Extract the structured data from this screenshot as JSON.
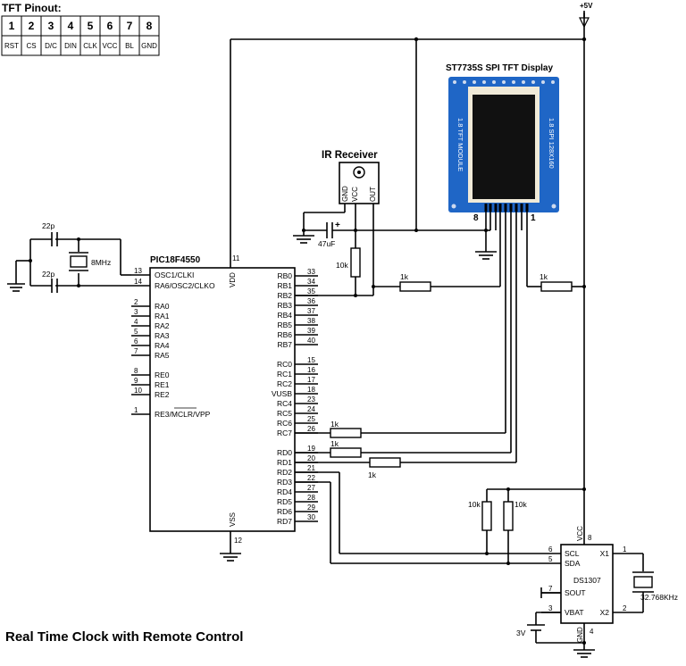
{
  "title": "Real Time Clock with Remote Control",
  "pinout": {
    "heading": "TFT Pinout:",
    "numbers": [
      "1",
      "2",
      "3",
      "4",
      "5",
      "6",
      "7",
      "8"
    ],
    "names": [
      "RST",
      "CS",
      "D/C",
      "DIN",
      "CLK",
      "VCC",
      "BL",
      "GND"
    ]
  },
  "power_label": "+5V",
  "mcu": {
    "name": "PIC18F4550",
    "vdd_pin": "11",
    "vdd_label": "VDD",
    "vss_pin": "12",
    "vss_label": "VSS",
    "left_pins": [
      {
        "num": "13",
        "label": "OSC1/CLKI"
      },
      {
        "num": "14",
        "label": "RA6/OSC2/CLKO"
      },
      {
        "num": "2",
        "label": "RA0"
      },
      {
        "num": "3",
        "label": "RA1"
      },
      {
        "num": "4",
        "label": "RA2"
      },
      {
        "num": "5",
        "label": "RA3"
      },
      {
        "num": "6",
        "label": "RA4"
      },
      {
        "num": "7",
        "label": "RA5"
      },
      {
        "num": "8",
        "label": "RE0"
      },
      {
        "num": "9",
        "label": "RE1"
      },
      {
        "num": "10",
        "label": "RE2"
      },
      {
        "num": "1",
        "label": "RE3/MCLR/VPP"
      }
    ],
    "right_pins": [
      {
        "num": "33",
        "label": "RB0"
      },
      {
        "num": "34",
        "label": "RB1"
      },
      {
        "num": "35",
        "label": "RB2"
      },
      {
        "num": "36",
        "label": "RB3"
      },
      {
        "num": "37",
        "label": "RB4"
      },
      {
        "num": "38",
        "label": "RB5"
      },
      {
        "num": "39",
        "label": "RB6"
      },
      {
        "num": "40",
        "label": "RB7"
      },
      {
        "num": "15",
        "label": "RC0"
      },
      {
        "num": "16",
        "label": "RC1"
      },
      {
        "num": "17",
        "label": "RC2"
      },
      {
        "num": "18",
        "label": "VUSB"
      },
      {
        "num": "23",
        "label": "RC4"
      },
      {
        "num": "24",
        "label": "RC5"
      },
      {
        "num": "25",
        "label": "RC6"
      },
      {
        "num": "26",
        "label": "RC7"
      },
      {
        "num": "19",
        "label": "RD0"
      },
      {
        "num": "20",
        "label": "RD1"
      },
      {
        "num": "21",
        "label": "RD2"
      },
      {
        "num": "22",
        "label": "RD3"
      },
      {
        "num": "27",
        "label": "RD4"
      },
      {
        "num": "28",
        "label": "RD5"
      },
      {
        "num": "29",
        "label": "RD6"
      },
      {
        "num": "30",
        "label": "RD7"
      }
    ]
  },
  "crystal": {
    "label": "8MHz",
    "cap1": "22p",
    "cap2": "22p"
  },
  "ir": {
    "title": "IR Receiver",
    "pins": [
      "GND",
      "VCC",
      "OUT"
    ],
    "cap": "47uF",
    "cap_plus": "+",
    "res": "10k"
  },
  "tft": {
    "title": "ST7735S SPI TFT Display",
    "side_left": "1.8 TFT MODULE",
    "side_right": "1.8 SPI 128X160",
    "pin_left": "8",
    "pin_right": "1",
    "colors": {
      "board": "#1f66c6",
      "screen": "#111111",
      "frame": "#f0ead8"
    }
  },
  "resistors": {
    "rb2": "1k",
    "rst": "1k",
    "rc7": "1k",
    "rd0": "1k",
    "rd1": "1k",
    "pull1": "10k",
    "pull2": "10k"
  },
  "rtc": {
    "name": "DS1307",
    "vcc_pin": "8",
    "vcc_label": "VCC",
    "gnd_pin": "4",
    "gnd_label": "GND",
    "left_pins": [
      {
        "num": "6",
        "label": "SCL"
      },
      {
        "num": "5",
        "label": "SDA"
      },
      {
        "num": "7",
        "label": "SOUT"
      },
      {
        "num": "3",
        "label": "VBAT"
      }
    ],
    "right_pins": [
      {
        "num": "1",
        "label": "X1"
      },
      {
        "num": "2",
        "label": "X2"
      }
    ],
    "crystal": "32.768KHz",
    "battery": "3V"
  }
}
